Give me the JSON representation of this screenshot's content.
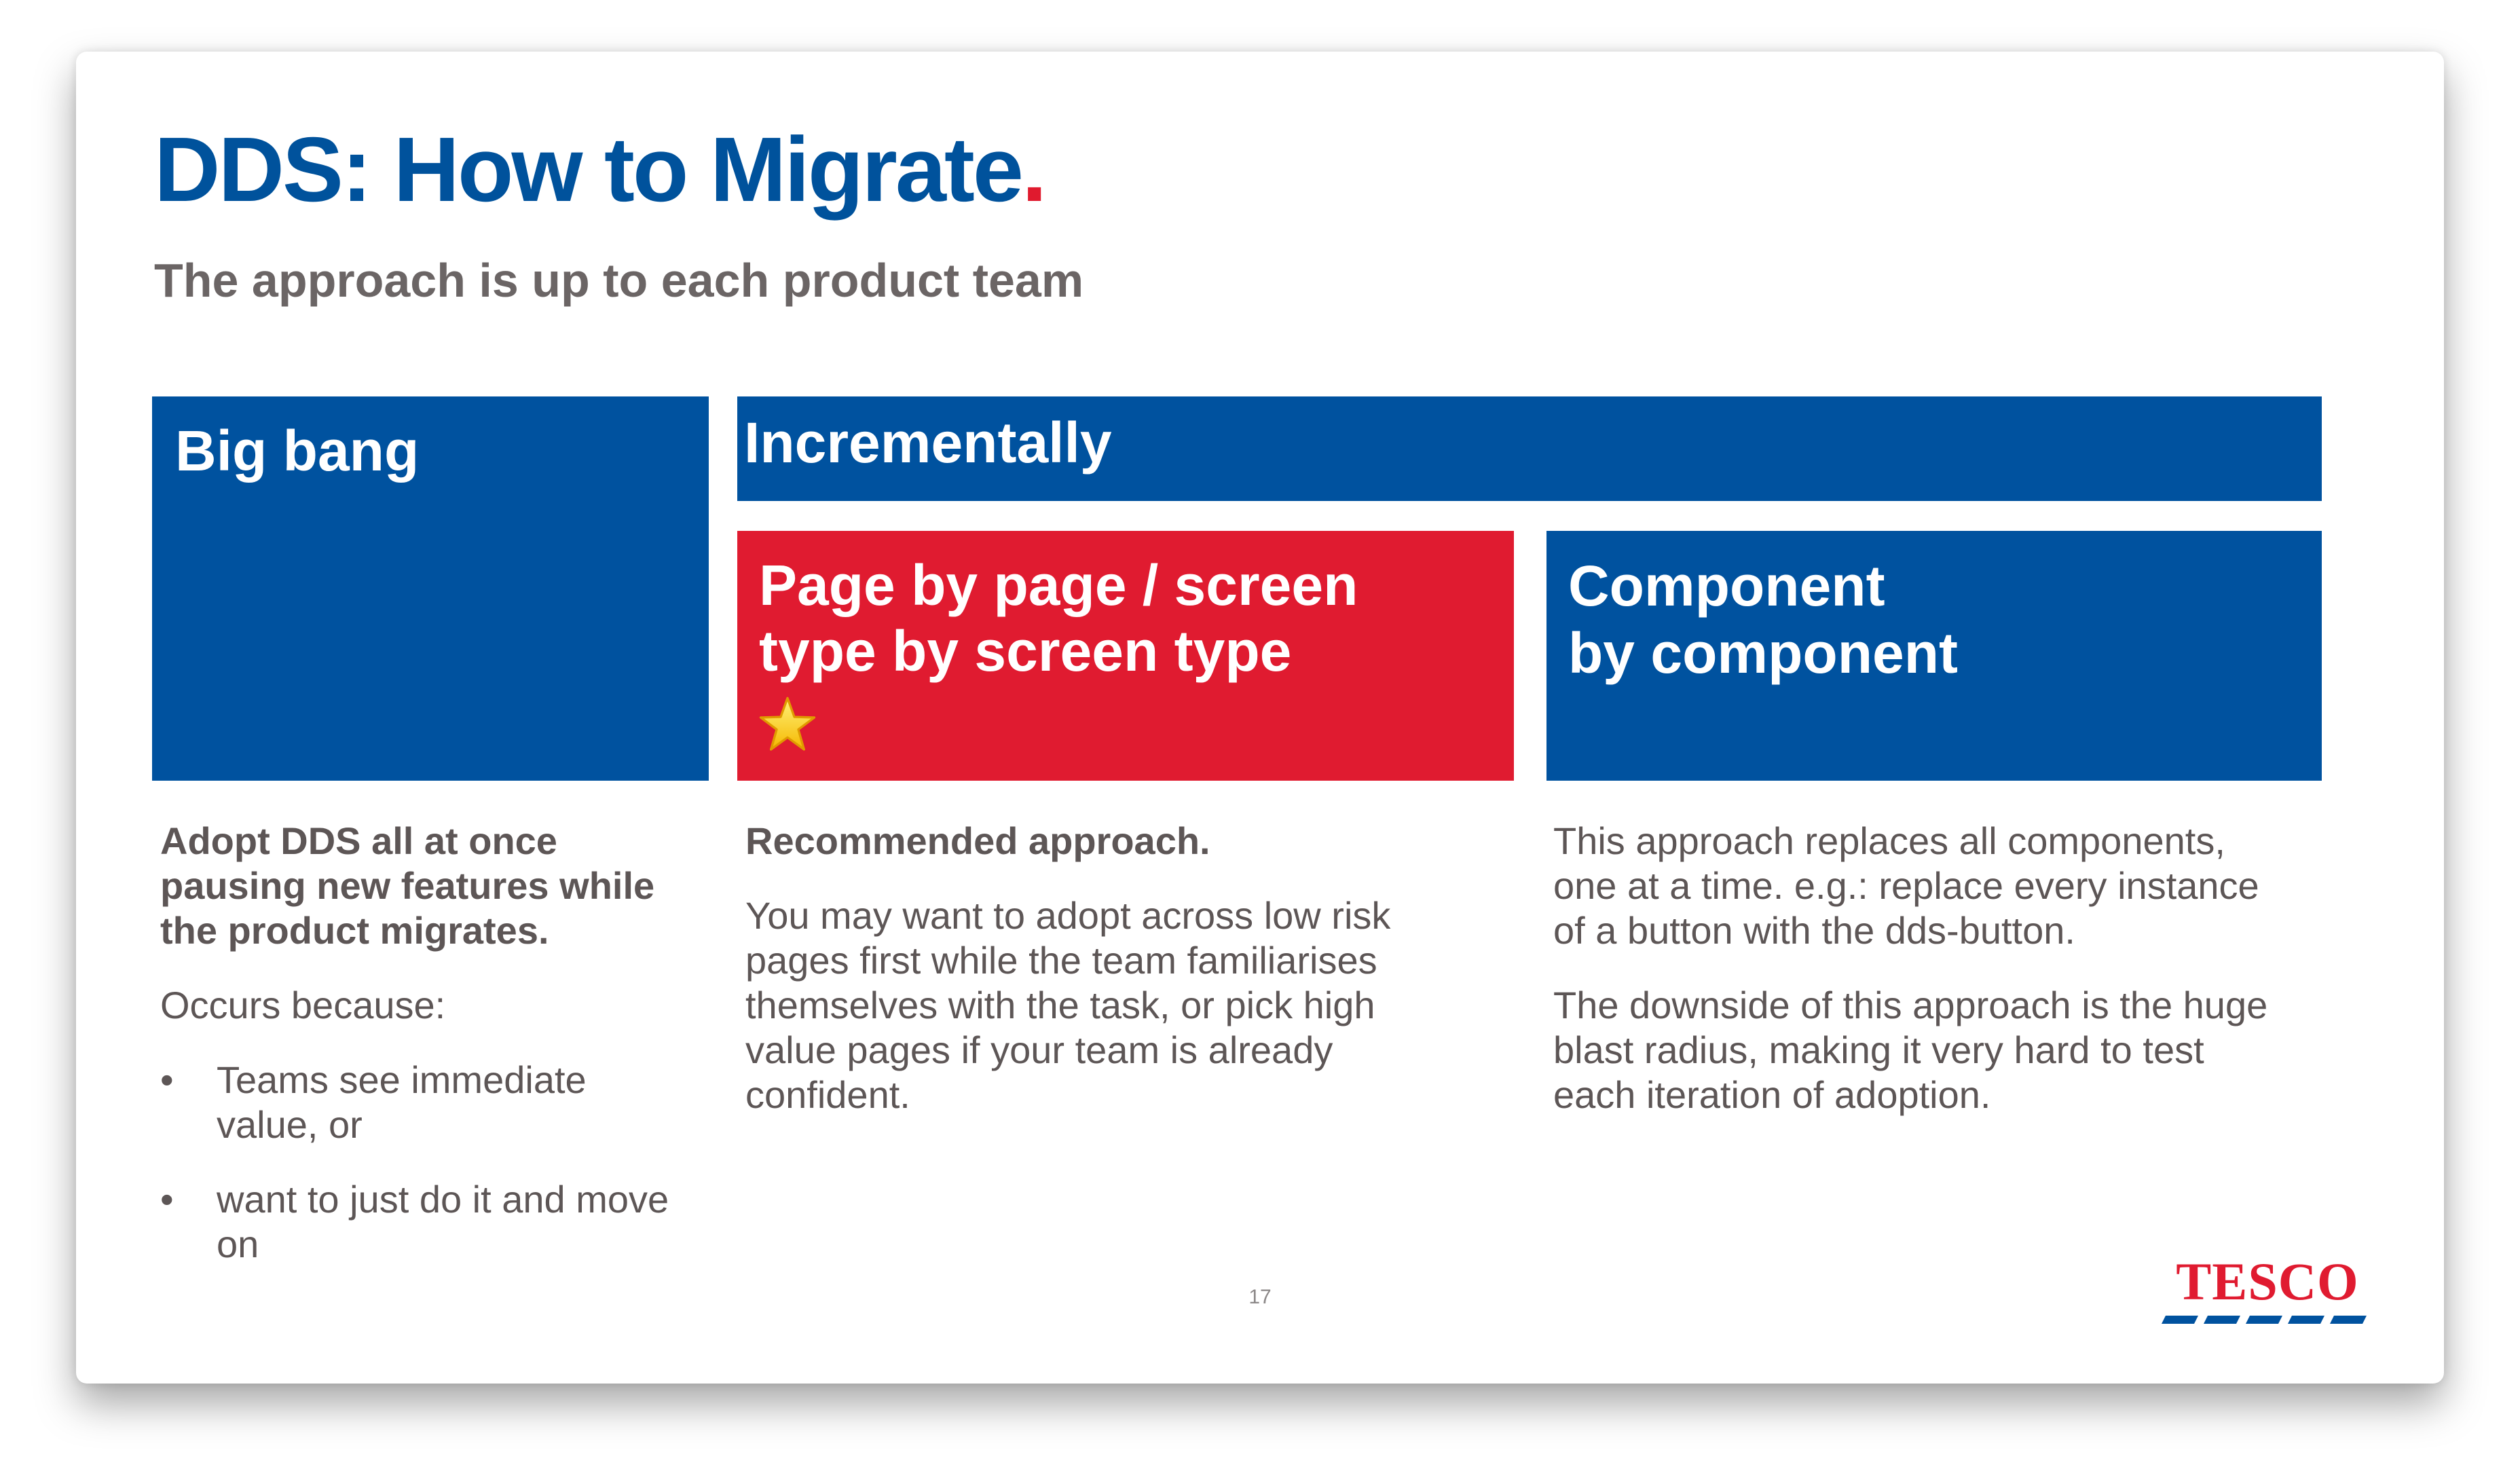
{
  "slide": {
    "title": "DDS: How to Migrate",
    "title_dot": ".",
    "subtitle": "The approach is up to each product team",
    "page_number": "17",
    "logo_text": "TESCO"
  },
  "blocks": {
    "big_bang": "Big bang",
    "incrementally": "Incrementally",
    "page_by_page_line1": "Page by page / screen",
    "page_by_page_line2": "type by screen type",
    "page_by_page_icon": "star-icon",
    "component_line1": "Component",
    "component_line2": "by component"
  },
  "columns": {
    "big_bang": {
      "intro": "Adopt DDS all at once pausing new features while the product migrates.",
      "reason_heading": "Occurs because:",
      "reasons": [
        "Teams see immediate value, or",
        "want to just do it and move on"
      ]
    },
    "page_by_page": {
      "intro": "Recommended approach.",
      "body": "You may want to adopt across low risk pages first while the team familiarises themselves with the task, or pick high value pages if your team is already confident."
    },
    "component": {
      "body1": "This approach replaces all components, one at a time. e.g.: replace every instance of a button with the dds-button.",
      "body2": "The downside of this approach is the huge blast radius, making it very hard to test each iteration of adoption."
    }
  },
  "colors": {
    "brand_blue": "#00529f",
    "brand_red": "#e01b30",
    "text_gray": "#5d5656"
  }
}
